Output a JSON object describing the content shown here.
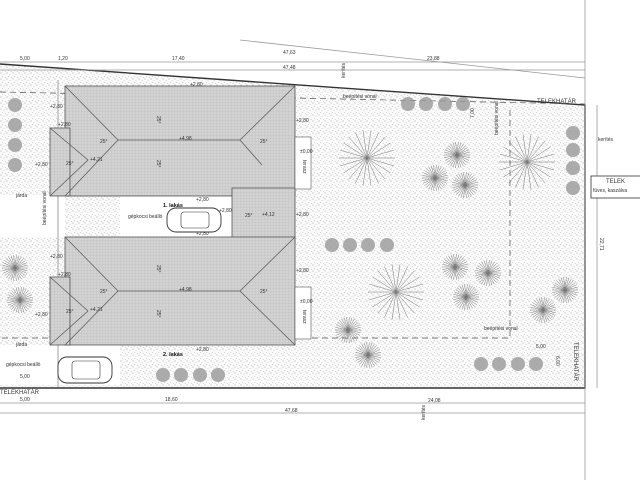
{
  "dimensions_top": {
    "d1": "5,00",
    "d2": "1,20",
    "d3": "17,40",
    "d4": "47,63",
    "d5": "23,88",
    "d6": "47,48"
  },
  "dimensions_bottom": {
    "d1": "5,00",
    "d2": "18,60",
    "d3": "24,08",
    "d4": "47,68"
  },
  "dimensions_right": {
    "depth": "22,71",
    "setback_w": "5,00",
    "setback_h": "6,00",
    "top_setback": "7,00"
  },
  "labels": {
    "boundary": "TELEKHATÁR",
    "boundary_bottom": "TELEKHATÁR",
    "boundary_right": "TELEKHATÁR",
    "fence": "kerítés",
    "fence_top": "kerítés",
    "fence_bottom": "kerítés",
    "building_line": "beépítési vonal",
    "building_line2": "beépítési vonal",
    "building_line3": "beépítési vonal",
    "building_line4": "beépítési vonal",
    "sidewalk1": "járda",
    "sidewalk2": "járda",
    "parking1": "gépkocsi beálló",
    "parking2": "gépkocsi beálló",
    "unit1": "1. lakás",
    "unit2": "2. lakás",
    "terrace1": "terasz",
    "terrace2": "terasz",
    "plot_title": "TELEK",
    "plot_desc": "füves, kaszálva"
  },
  "house1": {
    "ridge": "+4,98",
    "eave_top": "+2,80",
    "eave_left": "+2,80",
    "eave_left2": "+2,80",
    "eave_wing": "+2,80",
    "eave_right": "+2,80",
    "eave_bottom": "+2,80",
    "wing_ridge": "+4,21",
    "terrace_level": "±0,00",
    "garage_ridge": "+4,12",
    "garage_eave_l": "+2,80",
    "garage_eave_r": "+2,80",
    "garage_eave_b": "+2,80",
    "slope": "25°"
  },
  "house2": {
    "ridge": "+4,98",
    "eave_left": "+2,80",
    "eave_wing": "+2,80",
    "eave_left2": "+2,80",
    "eave_right": "+2,80",
    "eave_bottom": "+2,80",
    "wing_ridge": "+4,21",
    "terrace_level": "±0,00",
    "slope": "25°"
  },
  "colors": {
    "line": "#333333",
    "hatch": "#999999",
    "roof": "#cfcfcf"
  }
}
